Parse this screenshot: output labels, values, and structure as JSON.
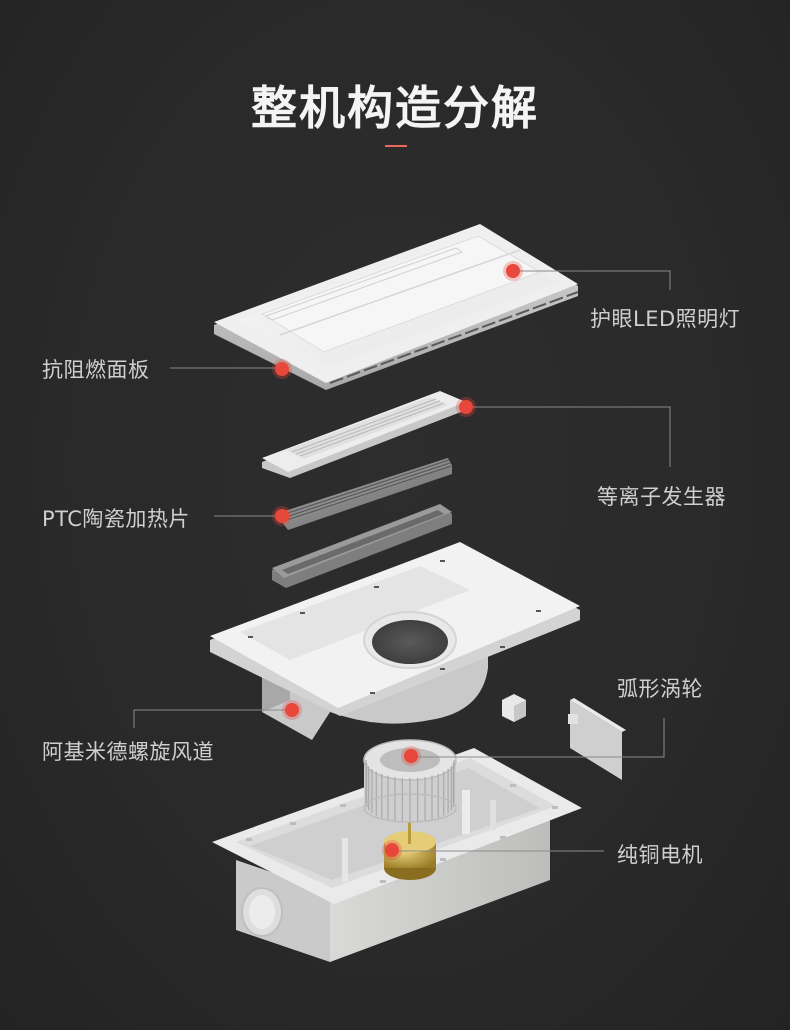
{
  "page": {
    "title": "整机构造分解",
    "accent_color": "#e8675a",
    "dot_color": "#e8483c",
    "background_color": "#2b2b2b"
  },
  "callouts": [
    {
      "id": "led-light",
      "label": "护眼LED照明灯",
      "side": "right"
    },
    {
      "id": "flame-panel",
      "label": "抗阻燃面板",
      "side": "left"
    },
    {
      "id": "plasma-generator",
      "label": "等离子发生器",
      "side": "right"
    },
    {
      "id": "ptc-heater",
      "label": "PTC陶瓷加热片",
      "side": "left"
    },
    {
      "id": "arc-turbine",
      "label": "弧形涡轮",
      "side": "right"
    },
    {
      "id": "archimedes-duct",
      "label": "阿基米德螺旋风道",
      "side": "left"
    },
    {
      "id": "copper-motor",
      "label": "纯铜电机",
      "side": "right"
    }
  ]
}
